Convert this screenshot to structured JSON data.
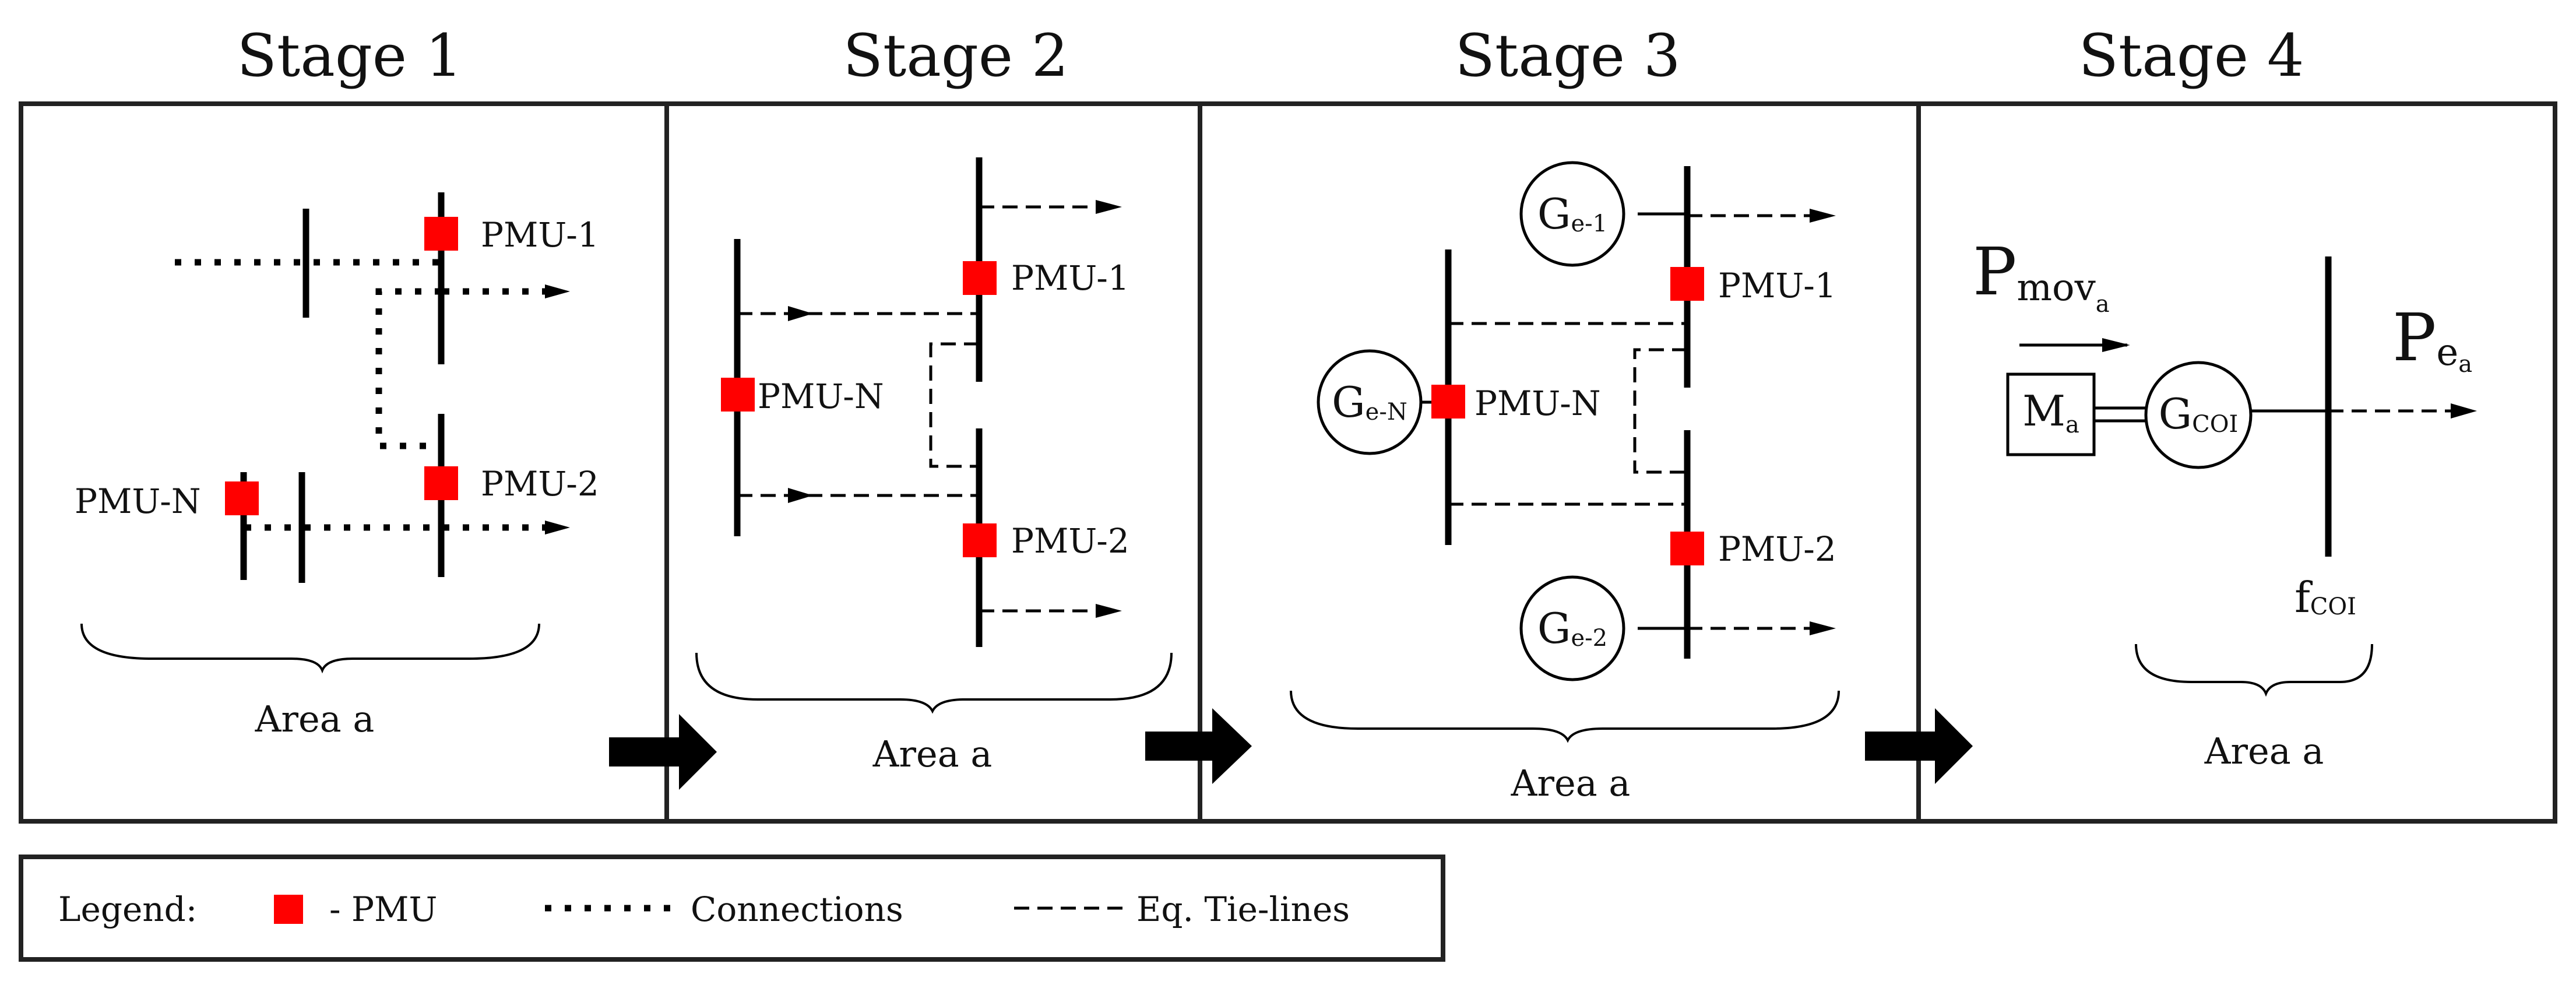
{
  "stages": [
    {
      "title": "Stage 1",
      "area_label": "Area a",
      "pmu_labels": [
        "PMU-1",
        "PMU-2",
        "PMU-N"
      ]
    },
    {
      "title": "Stage 2",
      "area_label": "Area a",
      "pmu_labels": [
        "PMU-1",
        "PMU-N",
        "PMU-2"
      ]
    },
    {
      "title": "Stage 3",
      "area_label": "Area a",
      "pmu_labels": [
        "PMU-1",
        "PMU-N",
        "PMU-2"
      ],
      "generators": [
        {
          "main": "G",
          "sub": "e-1"
        },
        {
          "main": "G",
          "sub": "e-N"
        },
        {
          "main": "G",
          "sub": "e-2"
        }
      ]
    },
    {
      "title": "Stage 4",
      "area_label": "Area a",
      "pmov": {
        "main": "P",
        "sub": "mov",
        "subsub": "a"
      },
      "pe": {
        "main": "P",
        "sub": "e",
        "subsub": "a"
      },
      "machine": {
        "main": "M",
        "sub": "a"
      },
      "gcoi": {
        "main": "G",
        "sub": "COI"
      },
      "fcoi": {
        "main": "f",
        "sub": "COI"
      }
    }
  ],
  "legend": {
    "title": "Legend:",
    "pmu": "- PMU",
    "connections": "Connections",
    "tie_lines": "Eq. Tie-lines"
  },
  "colors": {
    "pmu": "#ff0000",
    "line": "#000000"
  }
}
